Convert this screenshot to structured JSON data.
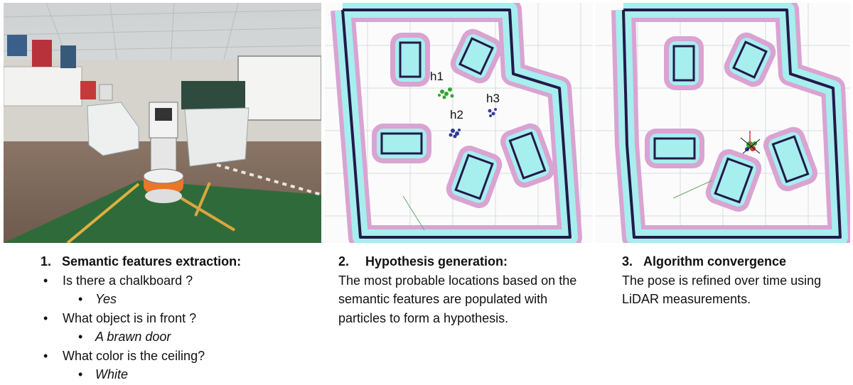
{
  "panels": [
    {
      "image": "photo-robot-in-classroom",
      "number": "1.",
      "heading": "Semantic features extraction:",
      "items": [
        {
          "question": "Is there a chalkboard ?",
          "answer": "Yes"
        },
        {
          "question": "What object is in front ?",
          "answer": "A brawn door"
        },
        {
          "question": "What color is the ceiling?",
          "answer": "White"
        }
      ]
    },
    {
      "image": "occupancy-map-hypotheses",
      "number": "2.",
      "heading": "Hypothesis generation:",
      "description": "The most probable locations based on the semantic features are populated with particles to form a hypothesis.",
      "labels": [
        "h1",
        "h2",
        "h3"
      ],
      "colors": {
        "h1": "#2fa52f",
        "h2": "#2a3a9a",
        "h3": "#3a3aa0"
      }
    },
    {
      "image": "occupancy-map-convergence",
      "number": "3.",
      "heading": "Algorithm convergence",
      "description": "The pose is refined over time using LiDAR measurements."
    }
  ],
  "map_colors": {
    "wall": "#221a4a",
    "inflation_inner": "#a7eeee",
    "inflation_outer": "#d9a3d2",
    "grid": "#d7dde2"
  }
}
